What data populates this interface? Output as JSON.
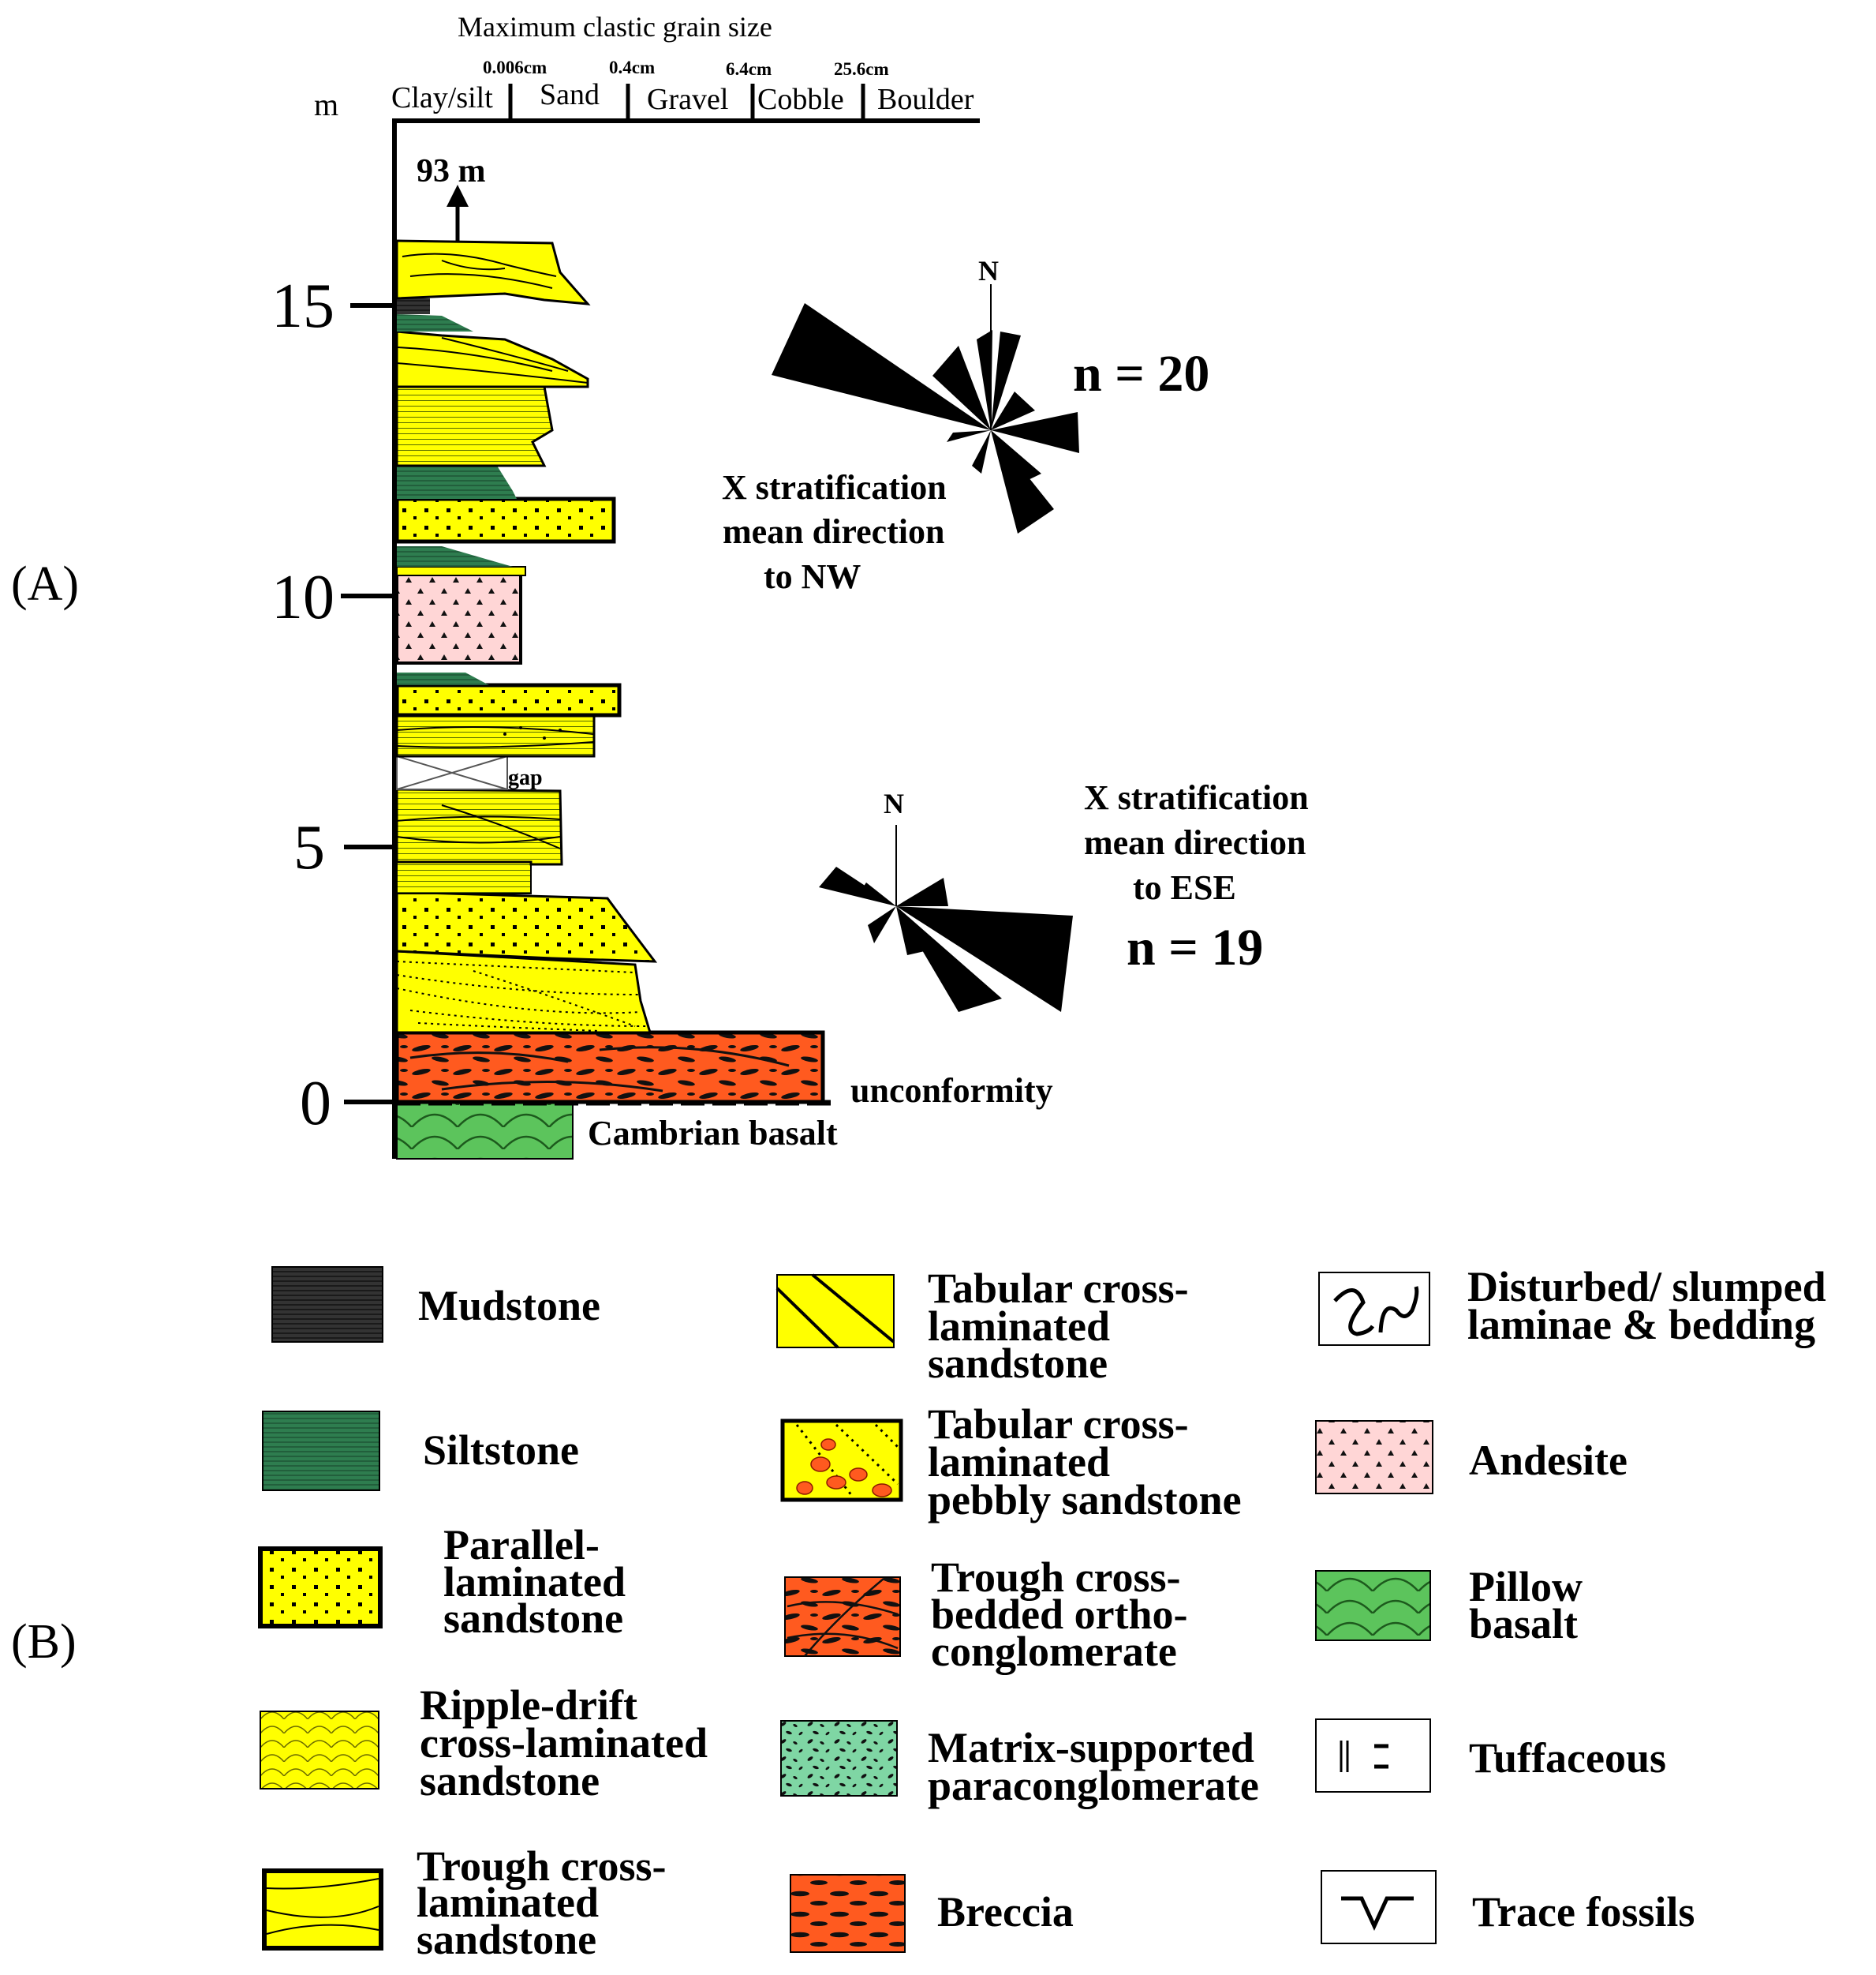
{
  "panel_labels": {
    "a": "(A)",
    "b": "(B)"
  },
  "column": {
    "unit": "m",
    "grain_size_title": "Maximum clastic grain size",
    "grain_classes": [
      "Clay/silt",
      "Sand",
      "Gravel",
      "Cobble",
      "Boulder"
    ],
    "grain_limits": [
      "0.006cm",
      "0.4cm",
      "6.4cm",
      "25.6cm"
    ],
    "depth_ticks": [
      "15",
      "10",
      "5",
      "0"
    ],
    "top_marker": "93 m",
    "gap_label": "gap",
    "unconformity_label": "unconformity",
    "base_label": "Cambrian basalt"
  },
  "rose_upper": {
    "north": "N",
    "n_label": "n = 20",
    "caption": [
      "X stratification",
      "mean direction",
      "to NW"
    ]
  },
  "rose_lower": {
    "north": "N",
    "n_label": "n = 19",
    "caption": [
      "X stratification",
      "mean direction",
      "to ESE"
    ]
  },
  "legend": {
    "mudstone": [
      "Mudstone"
    ],
    "siltstone": [
      "Siltstone"
    ],
    "parallel": [
      "Parallel-",
      "laminated",
      "sandstone"
    ],
    "ripple": [
      "Ripple-drift",
      "cross-laminated",
      "sandstone"
    ],
    "trough_sand": [
      "Trough cross-",
      "laminated",
      "sandstone"
    ],
    "tabular": [
      "Tabular cross-",
      "laminated",
      "sandstone"
    ],
    "tabular_pebbly": [
      "Tabular cross-",
      "laminated",
      "pebbly sandstone"
    ],
    "trough_conglom": [
      "Trough cross-",
      "bedded ortho-",
      "conglomerate"
    ],
    "matrix": [
      "Matrix-supported",
      "paraconglomerate"
    ],
    "breccia": [
      "Breccia"
    ],
    "disturbed": [
      "Disturbed/ slumped",
      "laminae & bedding"
    ],
    "andesite": [
      "Andesite"
    ],
    "pillow": [
      "Pillow",
      "basalt"
    ],
    "tuffaceous": [
      "Tuffaceous"
    ],
    "trace": [
      "Trace fossils"
    ]
  },
  "colors": {
    "sand_yellow": "#ffff00",
    "conglomerate_orange": "#ff5a1f",
    "silt_green": "#2e7d4f",
    "mud_gray": "#333333",
    "andesite_pink": "#ffd6d6",
    "basalt_green": "#5cc45c",
    "matrix_green": "#7fd6a4"
  }
}
